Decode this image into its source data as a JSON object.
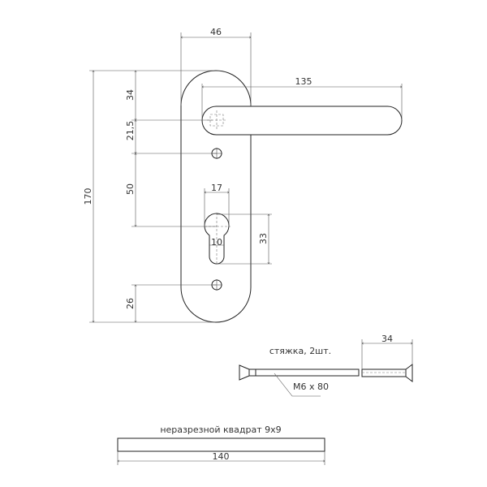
{
  "dimensions": {
    "plate_width": "46",
    "lever_length": "135",
    "total_height": "170",
    "top_to_spindle": "34",
    "spindle_to_hole": "21,5",
    "hole_to_cylinder": "50",
    "hole_to_bottom": "26",
    "cylinder_width": "17",
    "slot_width": "10",
    "cylinder_height": "33",
    "screw_head_length": "34",
    "square_length": "140"
  },
  "labels": {
    "screws": "стяжка, 2шт.",
    "screw_size": "M6 x 80",
    "square": "неразрезной квадрат 9x9"
  }
}
